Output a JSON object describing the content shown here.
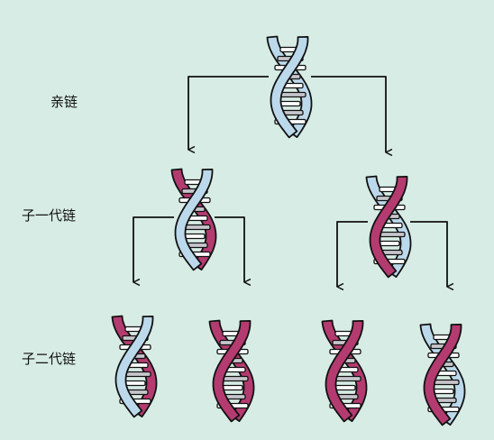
{
  "labels": {
    "parent": "亲链",
    "gen1": "子一代链",
    "gen2": "子二代链"
  },
  "colors": {
    "background": "#d7ece4",
    "old_strand": "#bcd9ec",
    "new_strand": "#b43b70",
    "rung_white": "#ffffff",
    "rung_shade": "#c6c6cc",
    "outline": "#111111",
    "arrow": "#111111"
  },
  "helices": [
    {
      "id": "parent-helix",
      "front": "old",
      "back": "old"
    },
    {
      "id": "gen1-left-helix",
      "front": "old",
      "back": "new"
    },
    {
      "id": "gen1-right-helix",
      "front": "new",
      "back": "old"
    },
    {
      "id": "gen2-helix-1",
      "front": "old",
      "back": "new"
    },
    {
      "id": "gen2-helix-2",
      "front": "new",
      "back": "new"
    },
    {
      "id": "gen2-helix-3",
      "front": "new",
      "back": "new"
    },
    {
      "id": "gen2-helix-4",
      "front": "new",
      "back": "old"
    }
  ]
}
